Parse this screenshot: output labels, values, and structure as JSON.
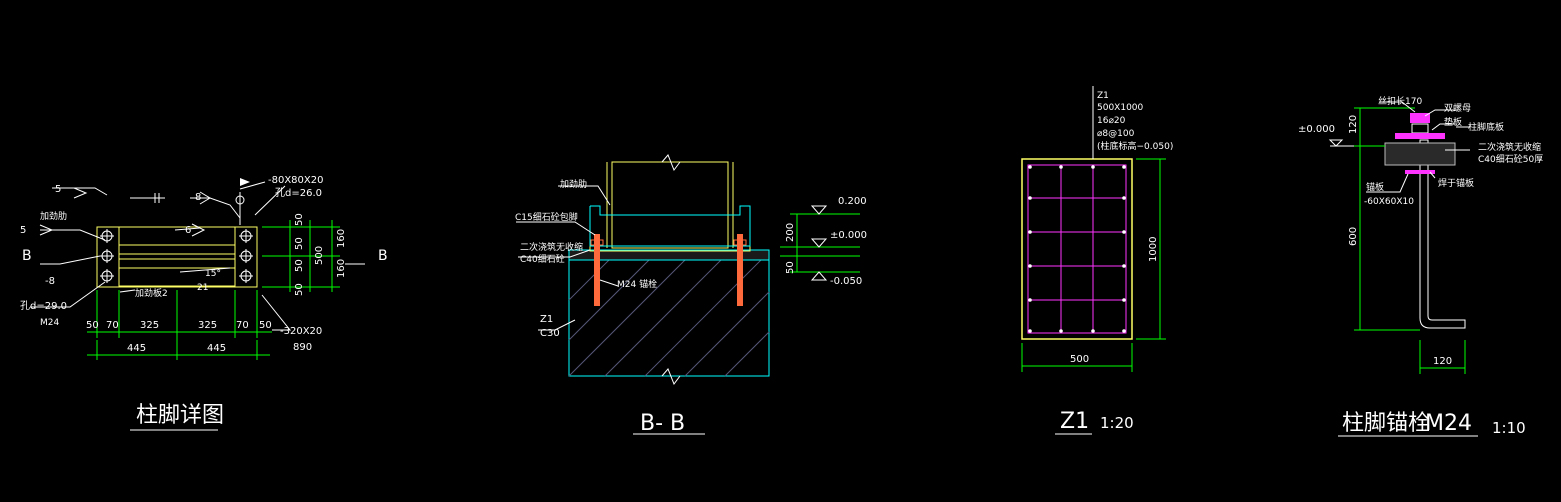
{
  "palette": {
    "background": "#000000",
    "dimension": "#00ff00",
    "steel": "#ffff66",
    "rebar": "#ff33ff",
    "concrete": "#00ffff",
    "bolt": "#ff6a3c",
    "text": "#ffffff"
  },
  "detail1": {
    "title": "柱脚详图",
    "weld_5a": "5",
    "weld_5b": "5",
    "weld_8": "8",
    "weld_6": "6",
    "stiffener_note": "加劲肋",
    "flange_label": "-8",
    "plate_spec": "-80X80X20",
    "hole_spec": "孔d=26.0",
    "hole_d29": "孔d=29.0",
    "bolt_m24": "M24",
    "baseplate_spec": "-320X20",
    "baseplate_len": "890",
    "angle": "15°",
    "angle_dim": "21",
    "web_note": "加劲板2",
    "section_left": "B",
    "section_right": "B",
    "dims_bottom": [
      "50",
      "70",
      "325",
      "325",
      "70",
      "50"
    ],
    "dims_total": [
      "445",
      "445"
    ],
    "dims_right_inner": [
      "50",
      "50",
      "50",
      "50"
    ],
    "dims_right_mid": "500",
    "dims_right_outer": [
      "160",
      "160"
    ]
  },
  "detail2": {
    "title": "B- B",
    "grout_note": "C15细石砼包脚",
    "grout2_note": "二次浇筑无收缩",
    "grout2_grade": "C40细石砼",
    "stiffener_note": "加劲肋",
    "bolt_note": "M24 锚栓",
    "col_label": "Z1",
    "col_grade": "C30",
    "elev_top": "0.200",
    "elev_zero": "±0.000",
    "elev_bottom": "-0.050",
    "dim_200": "200",
    "dim_50": "50"
  },
  "detail3": {
    "title": "Z1",
    "scale": "1:20",
    "lines": [
      "Z1",
      "500X1000",
      "16⌀20",
      "⌀8@100",
      "(柱底标高−0.050)"
    ],
    "dim_width": "500",
    "dim_height": "1000"
  },
  "detail4": {
    "title": "柱脚锚栓",
    "subtitle": "M24",
    "scale": "1:10",
    "nut_note": "双螺母",
    "washer_note": "垫板",
    "bolt_top_note": "柱脚底板",
    "length_note": "丝扣长170",
    "grout_note": "二次浇筑无收缩",
    "grout_grade": "C40细石砼50厚",
    "plate_note": "锚板",
    "plate_spec": "-60X60X10",
    "weld_note": "焊于锚板",
    "elev_zero": "±0.000",
    "dim_120_top": "120",
    "dim_600": "600",
    "dim_120_bottom": "120"
  }
}
